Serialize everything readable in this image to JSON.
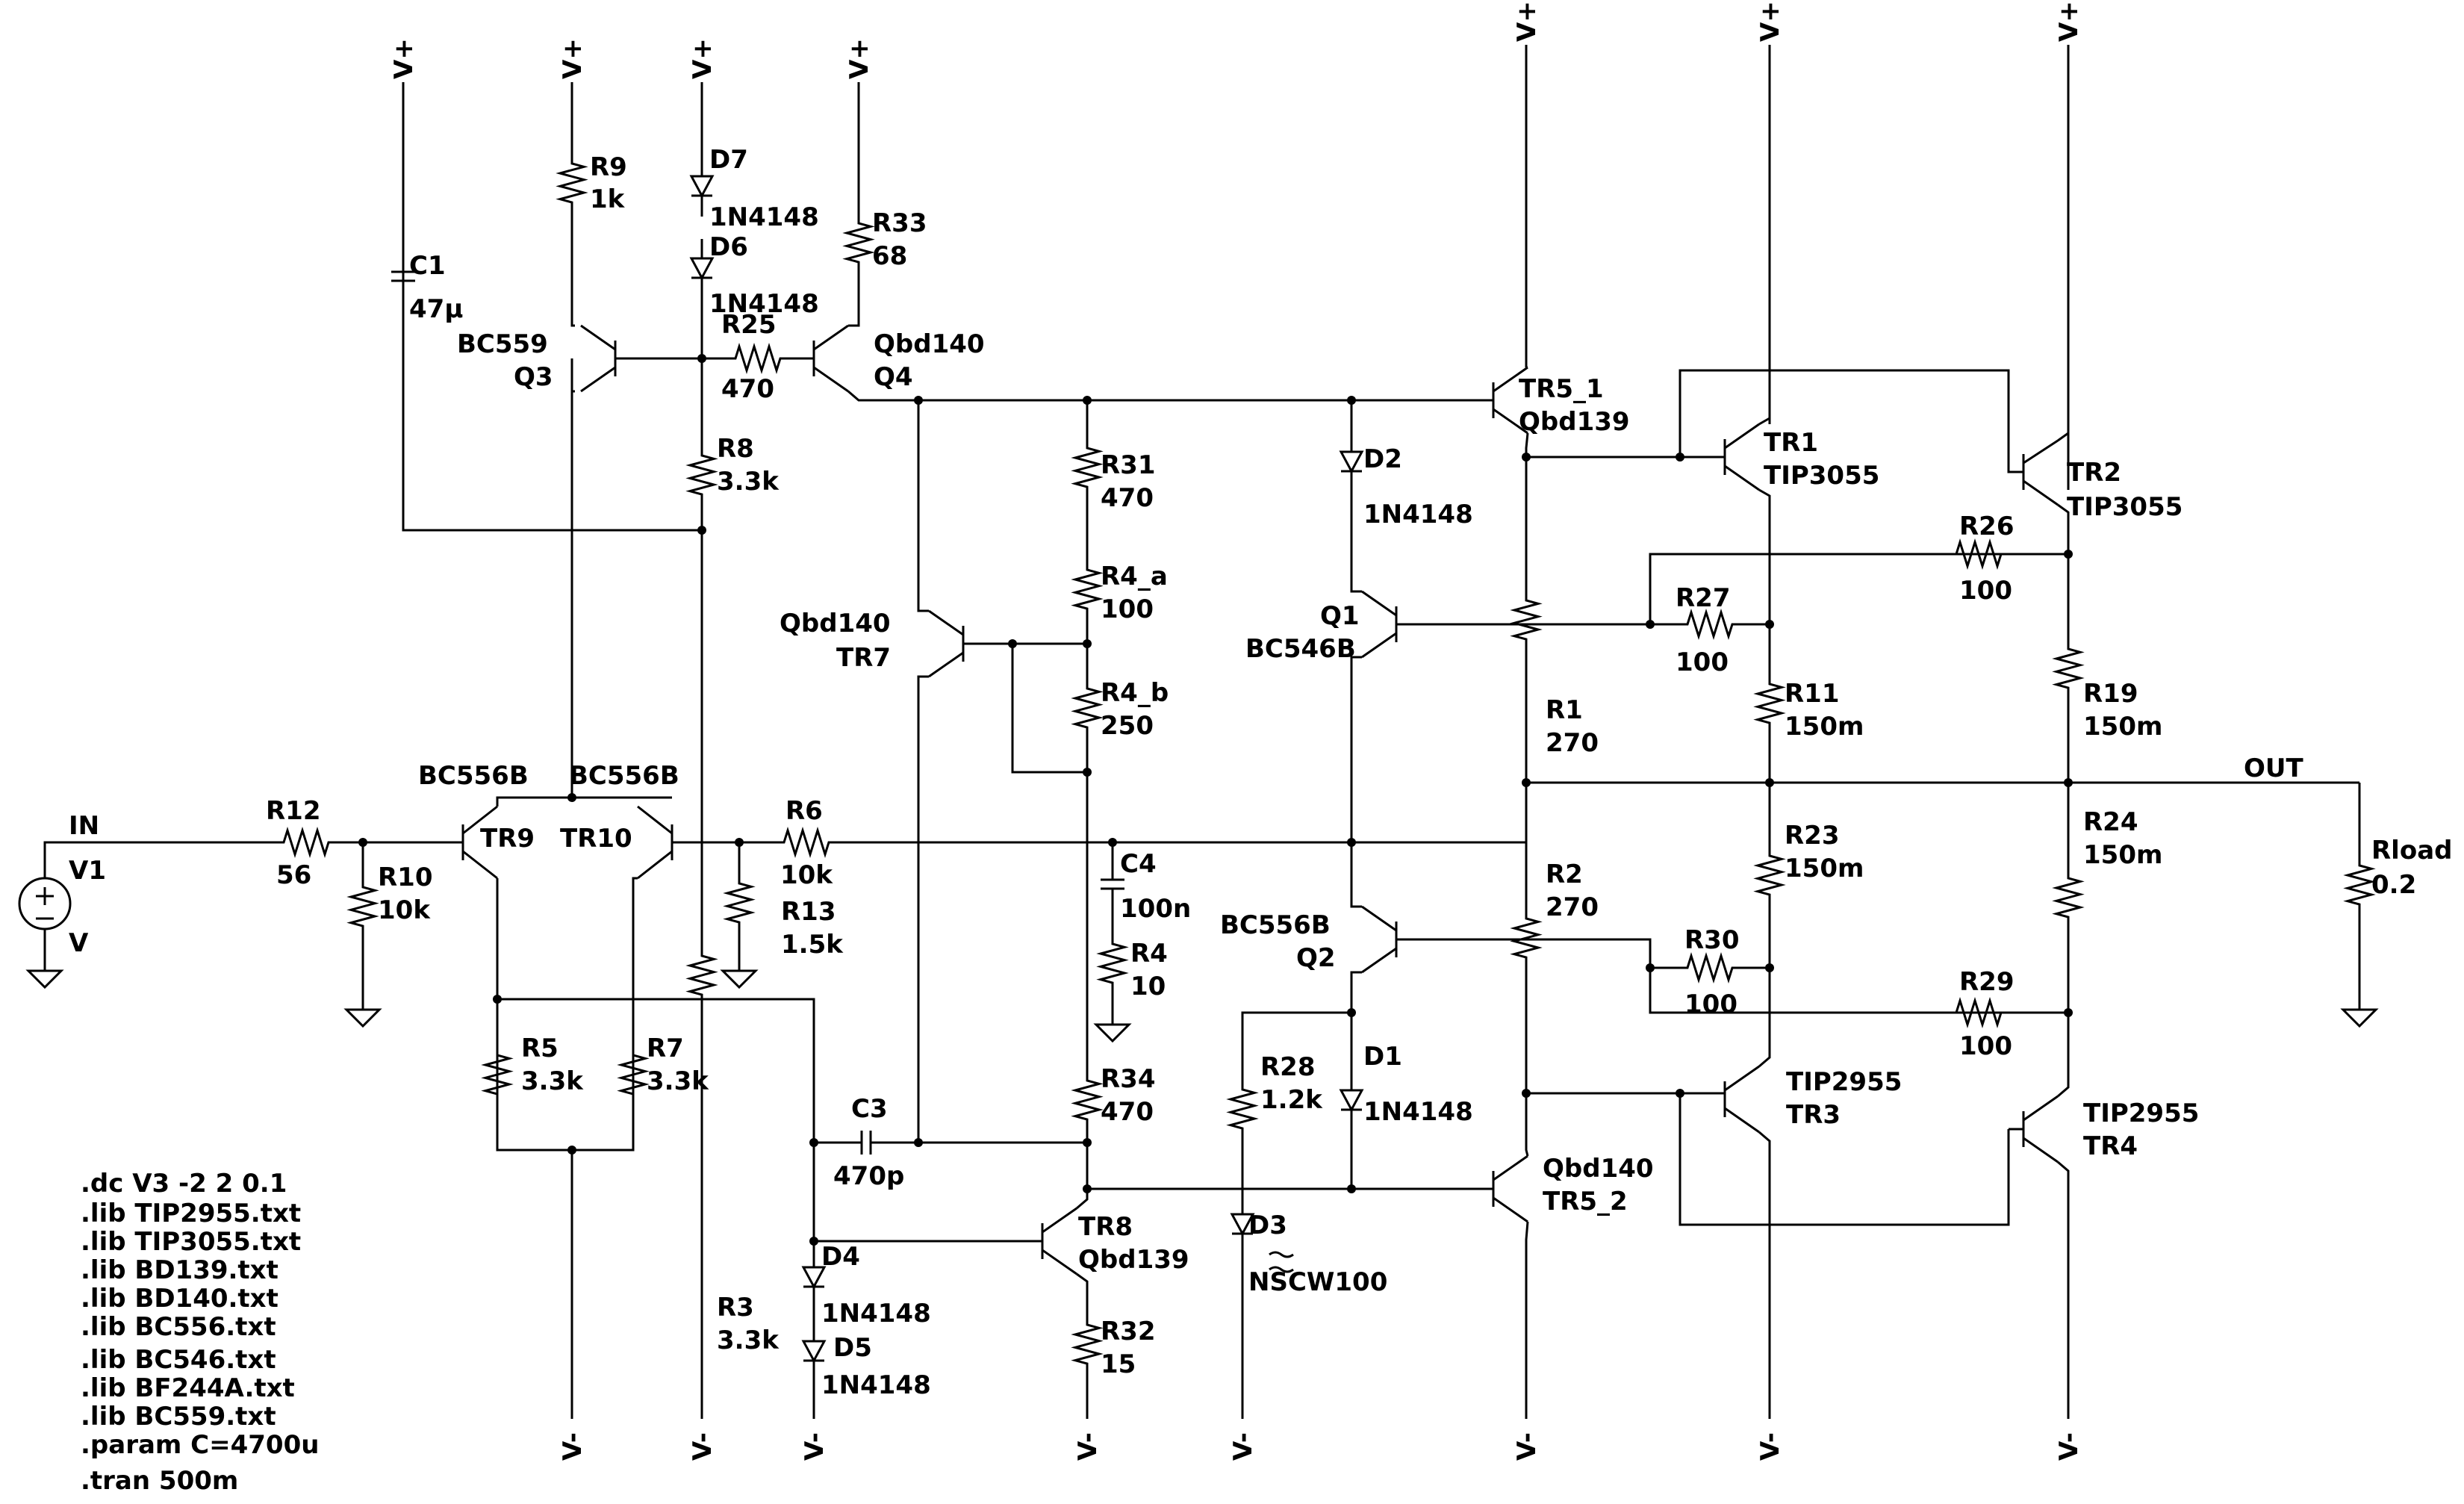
{
  "labels": {
    "IN": "IN",
    "OUT": "OUT",
    "V1": "V1",
    "V1_value": "V",
    "R12": "R12",
    "R12_value": "56",
    "R10": "R10",
    "R10_value": "10k",
    "TR9_model": "BC556B",
    "TR9": "TR9",
    "TR10_model": "BC556B",
    "TR10": "TR10",
    "R6": "R6",
    "R6_value": "10k",
    "R13": "R13",
    "R13_value": "1.5k",
    "R5": "R5",
    "R5_value": "3.3k",
    "R7": "R7",
    "R7_value": "3.3k",
    "R3": "R3",
    "R3_value": "3.3k",
    "C1": "C1",
    "C1_value": "47µ",
    "R9": "R9",
    "R9_value": "1k",
    "Q3_model": "BC559",
    "Q3": "Q3",
    "D7": "D7",
    "D7_value": "1N4148",
    "D6": "D6",
    "D6_value": "1N4148",
    "R25": "R25",
    "R25_value": "470",
    "R8": "R8",
    "R8_value": "3.3k",
    "R33": "R33",
    "R33_value": "68",
    "Q4_model": "Qbd140",
    "Q4": "Q4",
    "R31": "R31",
    "R31_value": "470",
    "R4a": "R4_a",
    "R4a_value": "100",
    "R4b": "R4_b",
    "R4b_value": "250",
    "TR7_model": "Qbd140",
    "TR7": "TR7",
    "C4": "C4",
    "C4_value": "100n",
    "R4": "R4",
    "R4_value": "10",
    "R34": "R34",
    "R34_value": "470",
    "C3": "C3",
    "C3_value": "470p",
    "D4": "D4",
    "D4_value": "1N4148",
    "D5": "D5",
    "D5_value": "1N4148",
    "TR8": "TR8",
    "TR8_model": "Qbd139",
    "R32": "R32",
    "R32_value": "15",
    "D2": "D2",
    "D2_value": "1N4148",
    "Q1": "Q1",
    "Q1_model": "BC546B",
    "Q2_model": "BC556B",
    "Q2": "Q2",
    "R28": "R28",
    "R28_value": "1.2k",
    "D1": "D1",
    "D1_value": "1N4148",
    "D3": "D3",
    "D3_value": "NSCW100",
    "TR5_1": "TR5_1",
    "TR5_1_model": "Qbd139",
    "TR5_2_model": "Qbd140",
    "TR5_2": "TR5_2",
    "R1": "R1",
    "R1_value": "270",
    "R2": "R2",
    "R2_value": "270",
    "TR1": "TR1",
    "TR1_model": "TIP3055",
    "TR2": "TR2",
    "TR2_model": "TIP3055",
    "R26": "R26",
    "R26_value": "100",
    "R27": "R27",
    "R27_value": "100",
    "R11": "R11",
    "R11_value": "150m",
    "R19": "R19",
    "R19_value": "150m",
    "R23": "R23",
    "R23_value": "150m",
    "R24": "R24",
    "R24_value": "150m",
    "R30": "R30",
    "R30_value": "100",
    "R29": "R29",
    "R29_value": "100",
    "TR3_model": "TIP2955",
    "TR3": "TR3",
    "TR4_model": "TIP2955",
    "TR4": "TR4",
    "Rload": "Rload",
    "Rload_value": "0.2",
    "vplus": "V+",
    "vminus": "V-"
  },
  "directives": [
    ".dc V3 -2 2 0.1",
    ".lib TIP2955.txt",
    ".lib TIP3055.txt",
    ".lib BD139.txt",
    ".lib BD140.txt",
    ".lib BC556.txt",
    ".lib BC546.txt",
    ".lib BF244A.txt",
    ".lib BC559.txt",
    ".param C=4700u",
    ".tran 500m"
  ]
}
